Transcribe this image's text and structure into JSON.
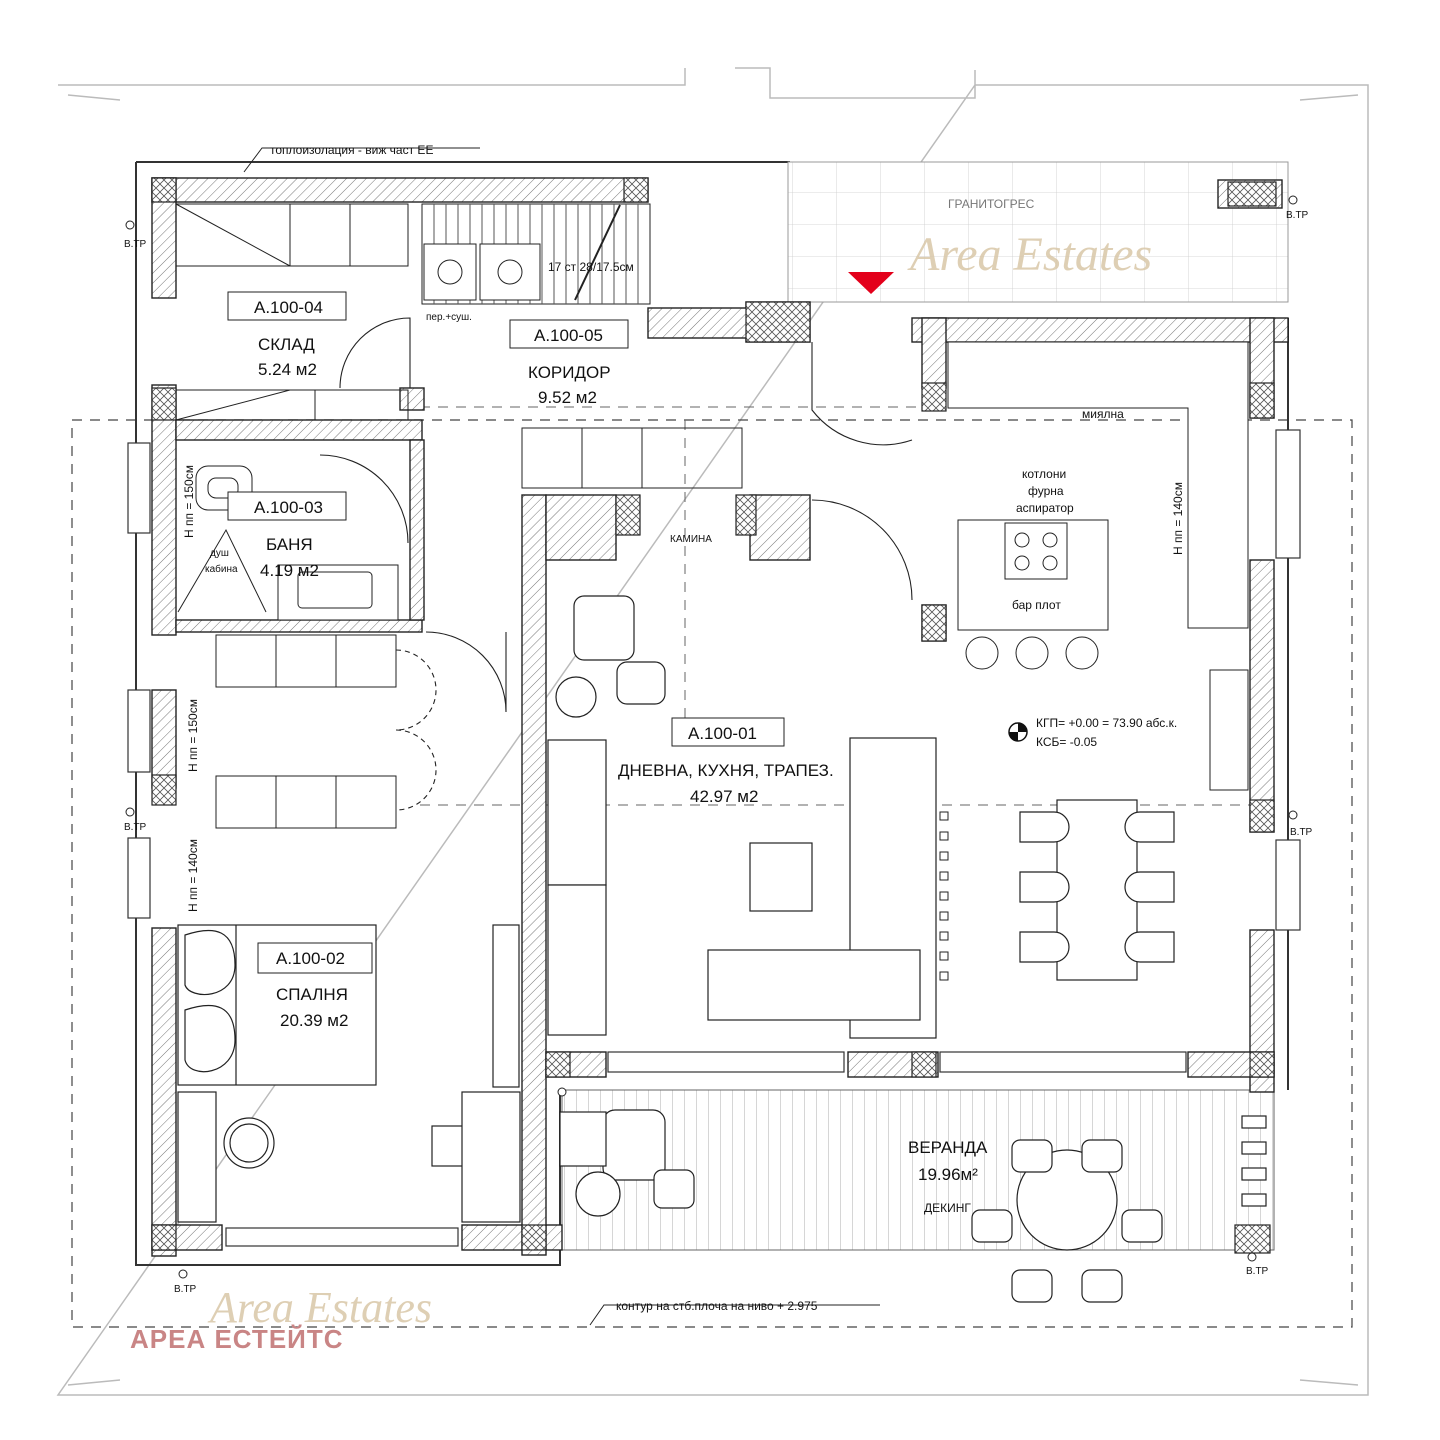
{
  "rooms": [
    {
      "code": "А.100-01",
      "name": "ДНЕВНА, КУХНЯ, ТРАПЕЗ.",
      "area": "42.97 м2"
    },
    {
      "code": "А.100-02",
      "name": "СПАЛНЯ",
      "area": "20.39 м2"
    },
    {
      "code": "А.100-03",
      "name": "БАНЯ",
      "area": "4.19 м2"
    },
    {
      "code": "А.100-04",
      "name": "СКЛАД",
      "area": "5.24 м2"
    },
    {
      "code": "А.100-05",
      "name": "КОРИДОР",
      "area": "9.52 м2"
    }
  ],
  "veranda": {
    "name": "ВЕРАНДА",
    "area": "19.96м²",
    "finish": "ДЕКИНГ"
  },
  "notes": {
    "insulation": "топлоизолация - виж част ЕЕ",
    "stairs": "17 ст 28/17.5см",
    "laundry": "пер.+суш.",
    "tiles": "ГРАНИТОГРЕС",
    "sink": "миялна",
    "hob_line1": "котлони",
    "hob_line2": "фурна",
    "hob_line3": "аспиратор",
    "bar": "бар плот",
    "fireplace": "КАМИНА",
    "shower_line1": "душ",
    "shower_line2": "кабина",
    "slab_contour": "контур на стб.плоча на ниво + 2.975",
    "level_1": "КГП= +0.00 = 73.90 абс.к.",
    "level_2": "КСБ= -0.05",
    "downpipe": "В.ТР"
  },
  "windows": {
    "sill_150": "Н пп = 150см",
    "sill_140": "Н пп = 140см"
  },
  "watermark": {
    "logo": "Area Estates",
    "brand": "АРЕА ЕСТЕЙТС"
  },
  "colors": {
    "entrance_marker": "#e3001b",
    "watermark": "#d9c7a8",
    "brand": "#c98585"
  }
}
